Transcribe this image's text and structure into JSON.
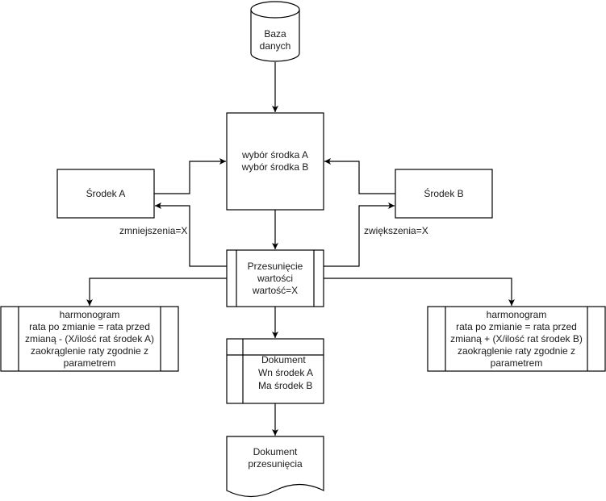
{
  "diagram": {
    "nodes": {
      "database": {
        "type": "cylinder",
        "lines": [
          "Baza",
          "danych"
        ]
      },
      "selection": {
        "type": "process",
        "lines": [
          "wybór środka A",
          "wybór środka B"
        ]
      },
      "asset_a": {
        "type": "process",
        "lines": [
          "Środek A"
        ]
      },
      "asset_b": {
        "type": "process",
        "lines": [
          "Środek B"
        ]
      },
      "shift": {
        "type": "predefined-process",
        "lines": [
          "Przesunięcie",
          "wartości",
          "wartość=X"
        ]
      },
      "schedule_a": {
        "type": "predefined-process",
        "lines": [
          "harmonogram",
          "rata po zmianie = rata przed",
          "zmianą - (X/ilość rat środek A)",
          "zaokrąglenie raty zgodnie z",
          "parametrem"
        ]
      },
      "schedule_b": {
        "type": "predefined-process",
        "lines": [
          "harmonogram",
          "rata po zmianie = rata przed",
          "zmianą + (X/ilość rat środek B)",
          "zaokrąglenie raty zgodnie z",
          "parametrem"
        ]
      },
      "posting": {
        "type": "internal-storage",
        "lines": [
          "Dokument",
          "Wn środek A",
          "Ma środek B"
        ]
      },
      "shift_document": {
        "type": "document",
        "lines": [
          "Dokument",
          "przesunięcia"
        ]
      }
    },
    "edge_labels": {
      "decrease": "zmniejszenia=X",
      "increase": "zwiększenia=X"
    },
    "edges": [
      {
        "from": "database",
        "to": "selection"
      },
      {
        "from": "asset_a",
        "to": "selection"
      },
      {
        "from": "asset_b",
        "to": "selection"
      },
      {
        "from": "selection",
        "to": "shift"
      },
      {
        "from": "shift",
        "to": "asset_a",
        "label": "decrease"
      },
      {
        "from": "shift",
        "to": "asset_b",
        "label": "increase"
      },
      {
        "from": "shift",
        "to": "schedule_a"
      },
      {
        "from": "shift",
        "to": "schedule_b"
      },
      {
        "from": "shift",
        "to": "posting"
      },
      {
        "from": "posting",
        "to": "shift_document"
      }
    ],
    "colors": {
      "stroke": "#000000",
      "fill": "#ffffff",
      "text": "#1a1a1a"
    }
  }
}
